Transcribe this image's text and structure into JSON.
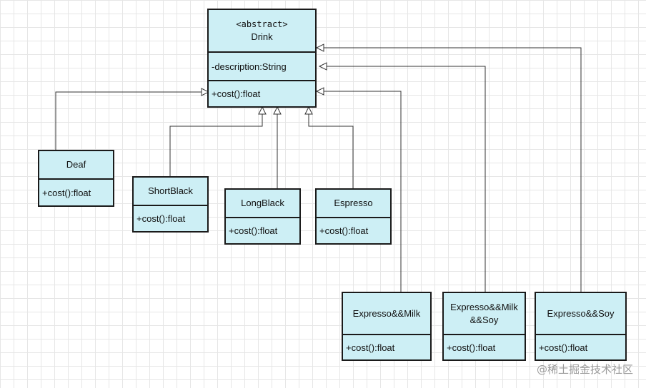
{
  "drink": {
    "stereotype": "<abstract>",
    "name": "Drink",
    "attribute": "-description:String",
    "method": "+cost():float"
  },
  "deaf": {
    "name": "Deaf",
    "method": "+cost():float"
  },
  "shortblack": {
    "name": "ShortBlack",
    "method": "+cost():float"
  },
  "longblack": {
    "name": "LongBlack",
    "method": "+cost():float"
  },
  "espresso": {
    "name": "Espresso",
    "method": "+cost():float"
  },
  "expresso_milk": {
    "name": "Expresso&&Milk",
    "method": "+cost():float"
  },
  "expresso_milk_soy": {
    "name_line1": "Expresso&&Milk",
    "name_line2": "&&Soy",
    "method": "+cost():float"
  },
  "expresso_soy": {
    "name": "Expresso&&Soy",
    "method": "+cost():float"
  },
  "watermark": "@稀土掘金技术社区",
  "colors": {
    "class_fill": "#cdeff5",
    "border": "#1a1a1a",
    "line": "#333333"
  }
}
